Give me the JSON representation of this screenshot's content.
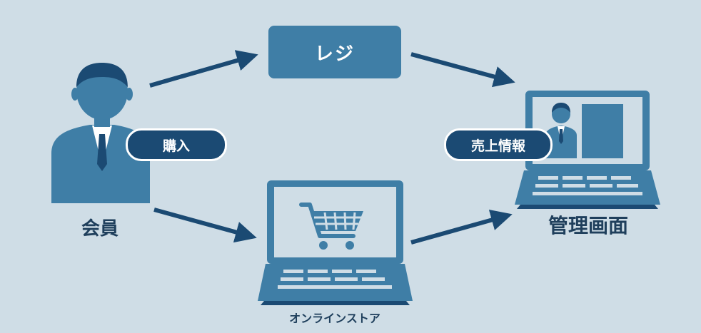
{
  "nodes": {
    "member": "会員",
    "register": "レジ",
    "online_store": "オンラインストア",
    "admin": "管理画面"
  },
  "badges": {
    "purchase": "購入",
    "sales_info": "売上情報"
  },
  "colors": {
    "background": "#cfdde6",
    "primary": "#3f7ea6",
    "dark_navy": "#1b4a73",
    "label_text": "#1f3f5c"
  },
  "icons": [
    "member-person-icon",
    "shopping-cart-icon",
    "laptop-icon",
    "admin-laptop-icon",
    "arrow-icon"
  ]
}
